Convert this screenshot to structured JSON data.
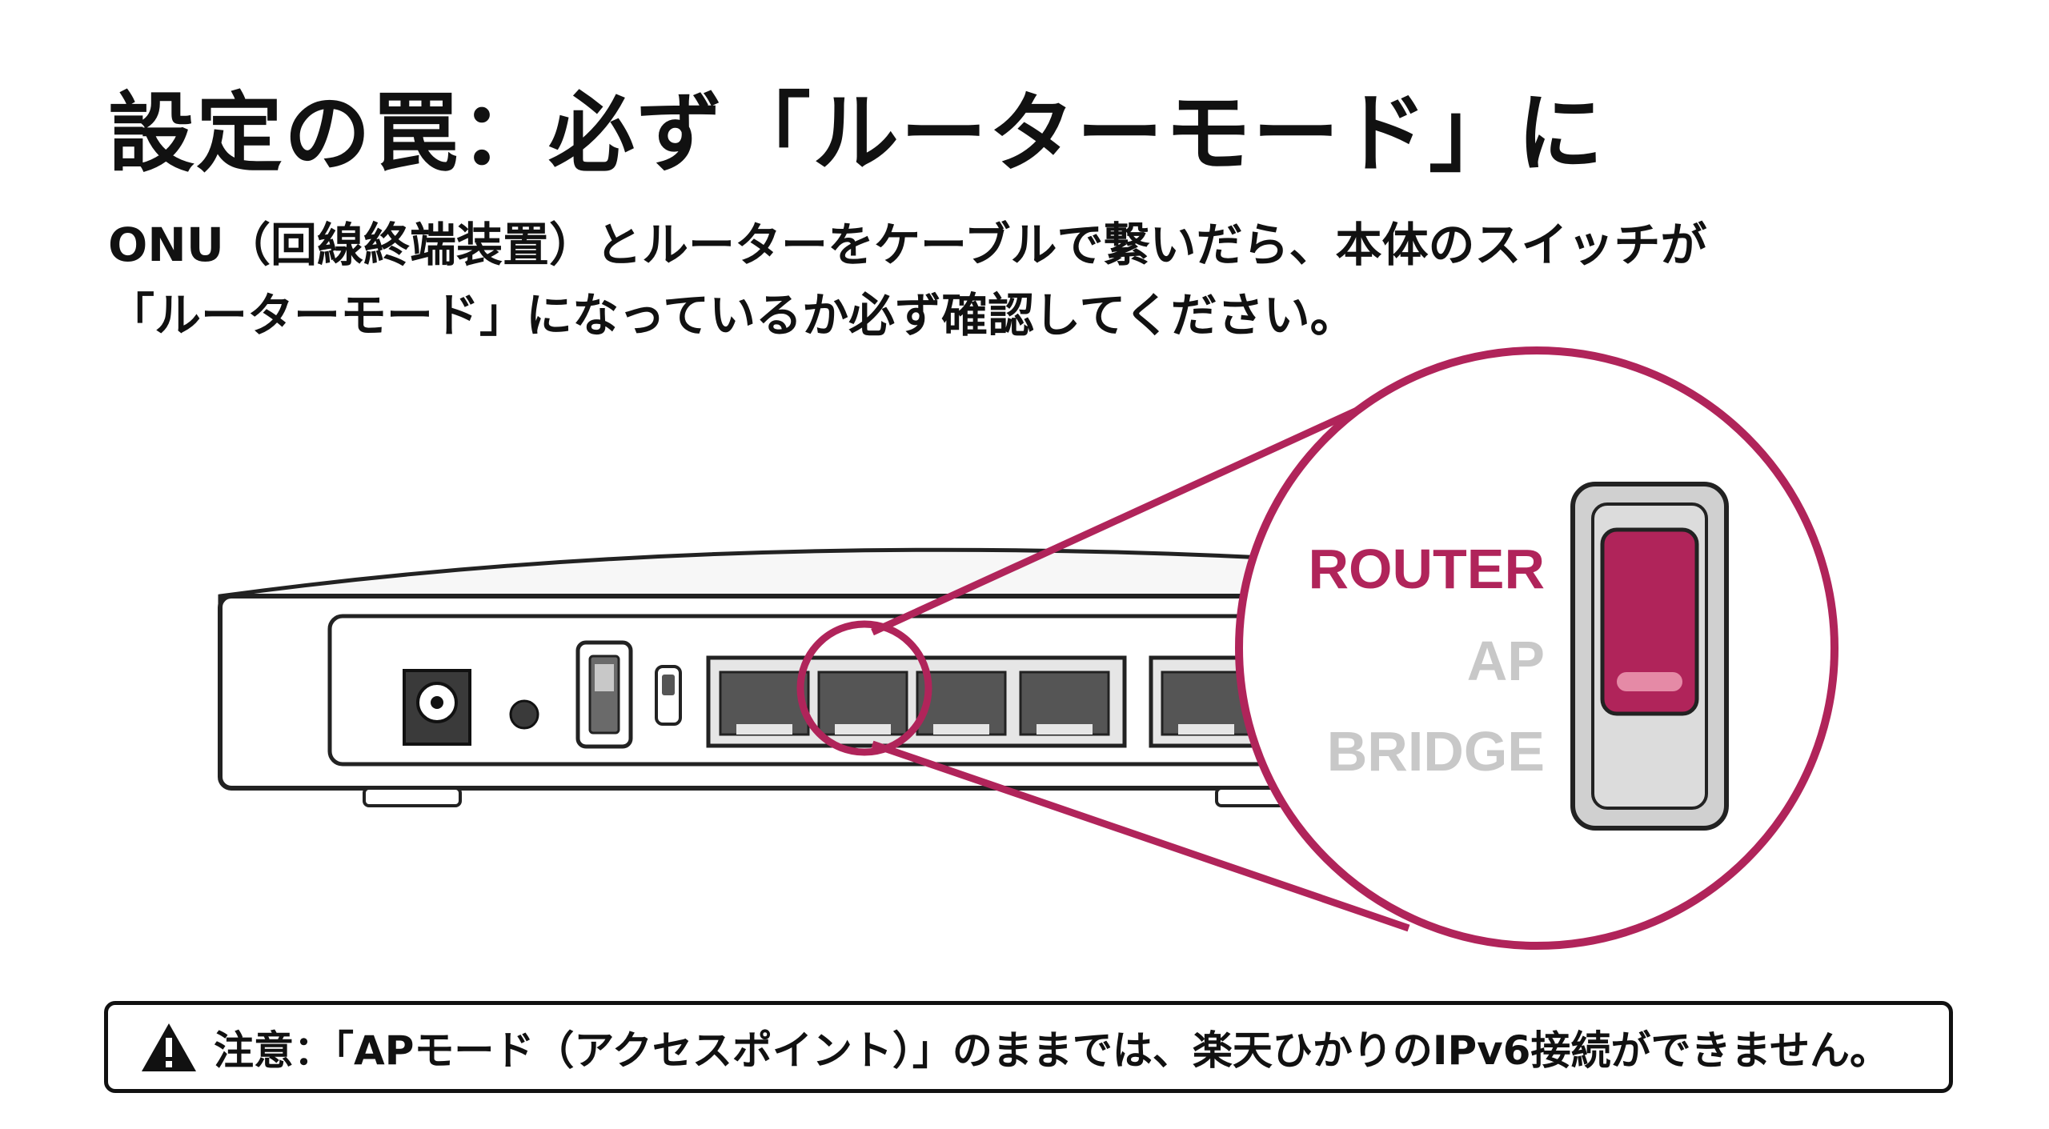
{
  "heading": {
    "title": "設定の罠：必ず「ルーターモード」に"
  },
  "description": {
    "line1": "ONU（回線終端装置）とルーターをケーブルで繋いだら、本体のスイッチが",
    "line2": "「ルーターモード」になっているか必ず確認してください。"
  },
  "switch_panel": {
    "modes": [
      {
        "label": "ROUTER",
        "active": true
      },
      {
        "label": "AP",
        "active": false
      },
      {
        "label": "BRIDGE",
        "active": false
      }
    ],
    "active_mode": "ROUTER"
  },
  "warning": {
    "icon": "warning-triangle-icon",
    "text": "注意：「APモード（アクセスポイント）」のままでは、楽天ひかりのIPv6接続ができません。"
  },
  "colors": {
    "accent": "#B0245A",
    "inactive_label": "#C8C8C8",
    "text": "#111111",
    "port_dark": "#555555"
  }
}
